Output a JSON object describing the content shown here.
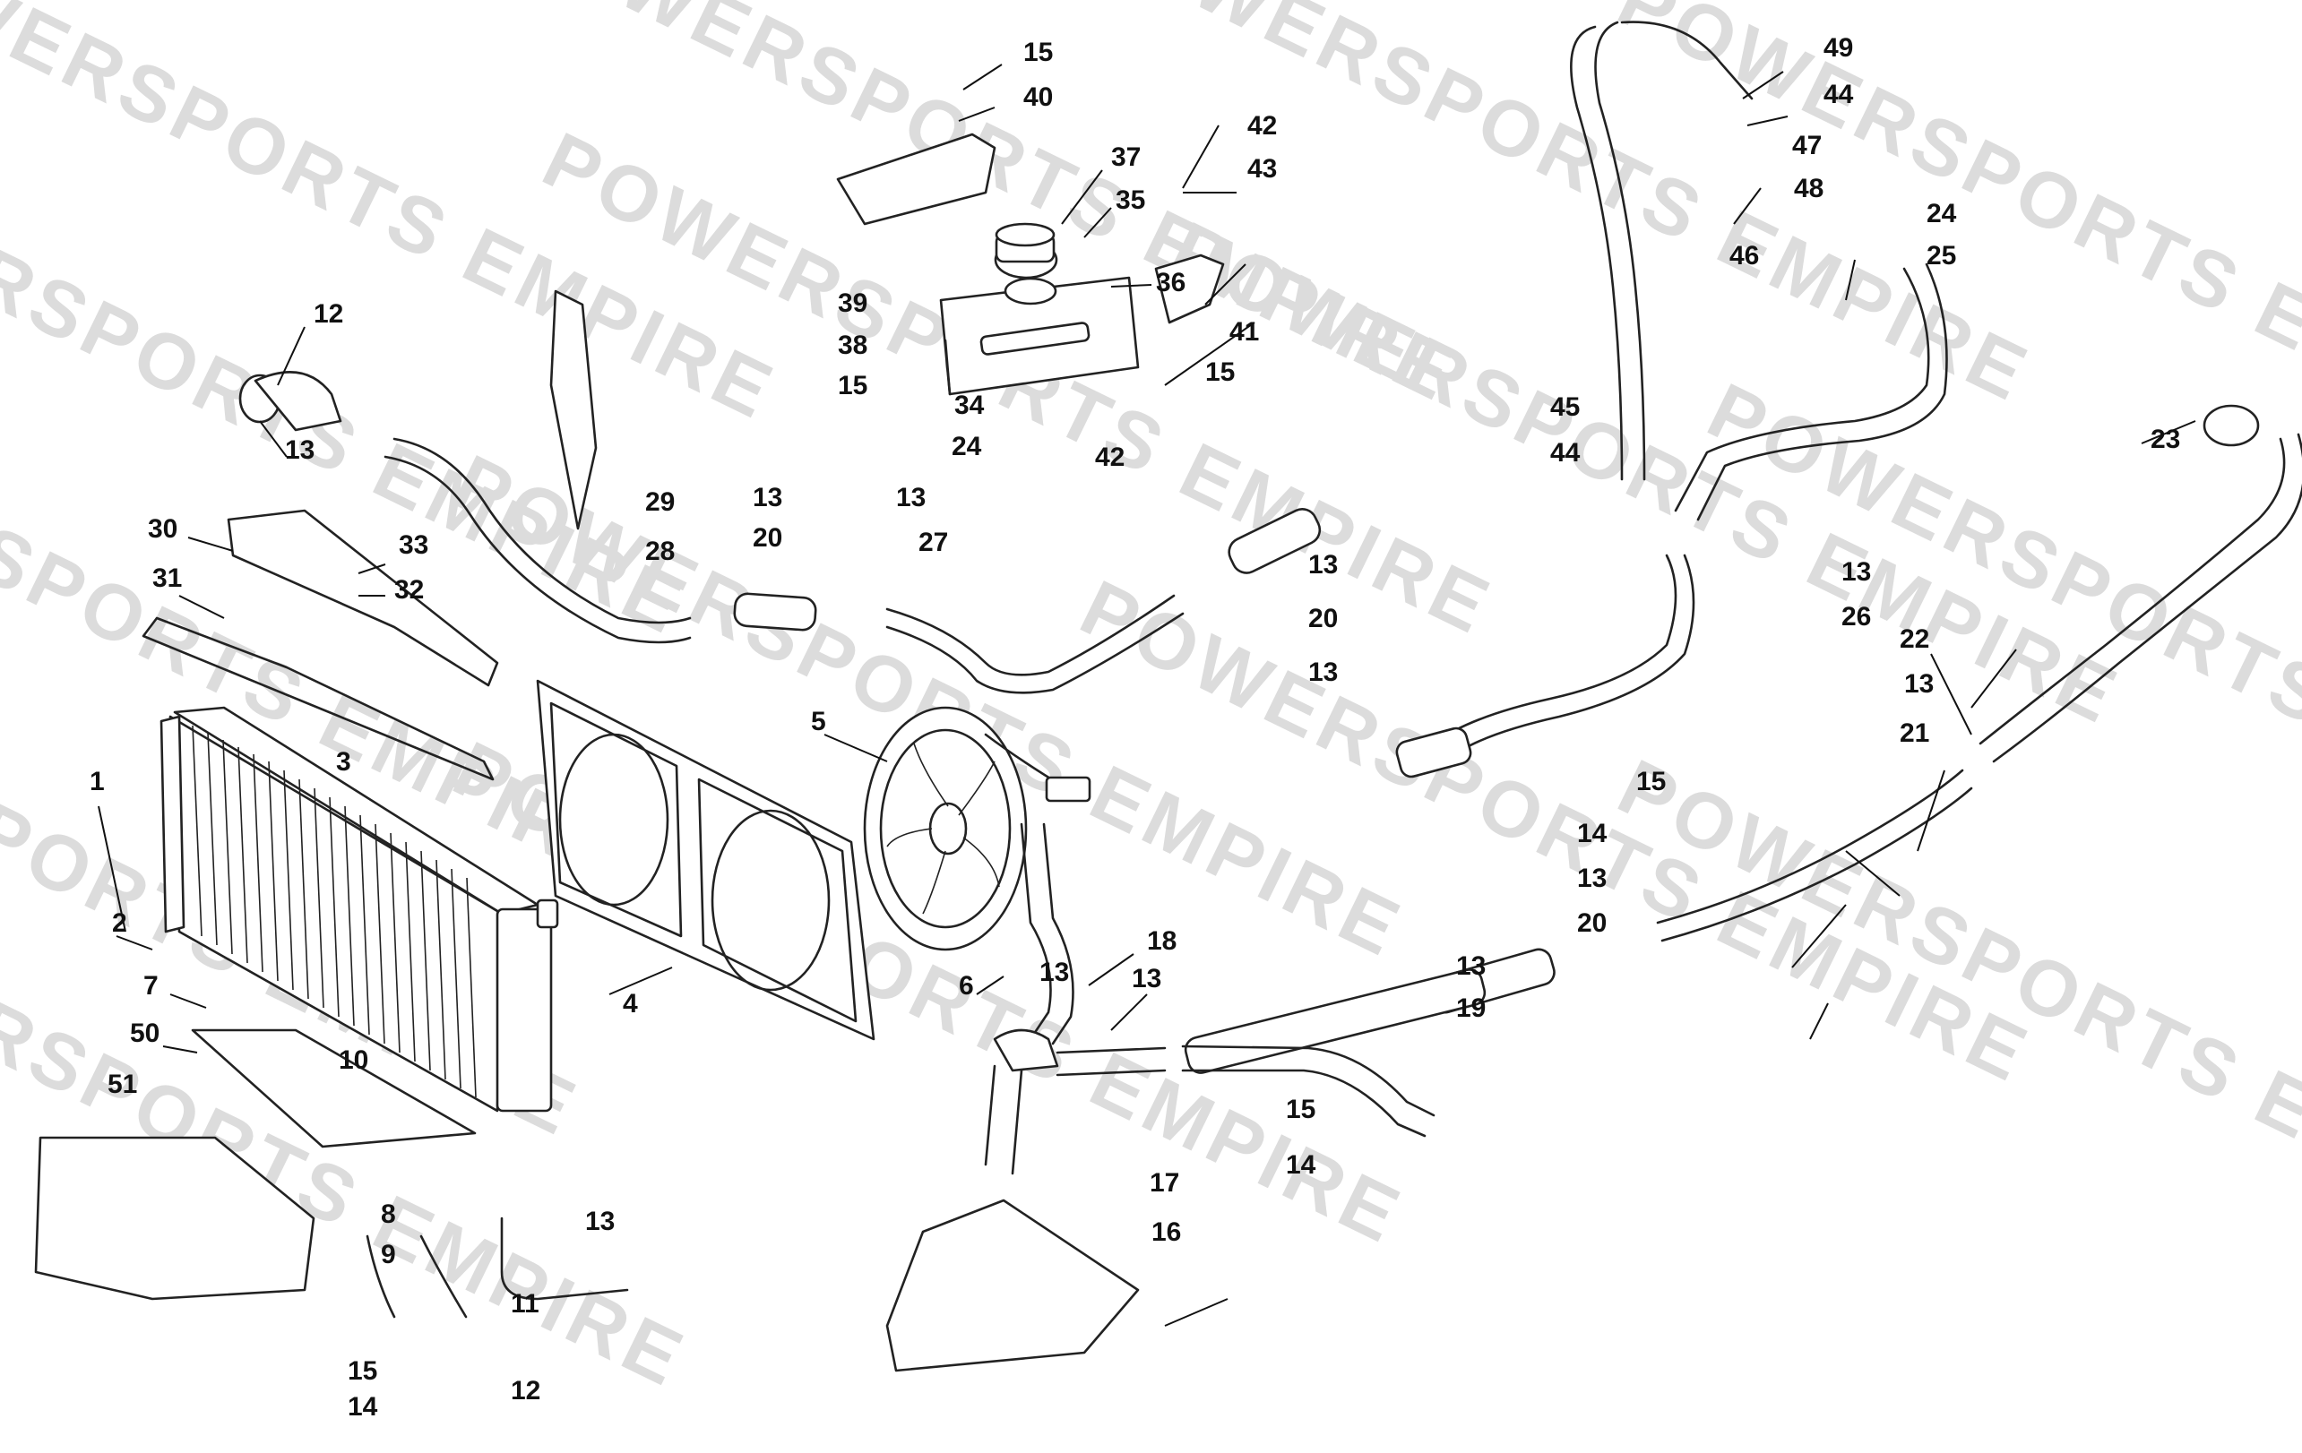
{
  "watermark": {
    "text": "POWERSPORTS EMPIRE",
    "color": "#dcdcdc"
  },
  "callouts": [
    {
      "id": "c1",
      "label": "1"
    },
    {
      "id": "c2",
      "label": "2"
    },
    {
      "id": "c3",
      "label": "3"
    },
    {
      "id": "c4",
      "label": "4"
    },
    {
      "id": "c5",
      "label": "5"
    },
    {
      "id": "c6",
      "label": "6"
    },
    {
      "id": "c7",
      "label": "7"
    },
    {
      "id": "c8",
      "label": "8"
    },
    {
      "id": "c9",
      "label": "9"
    },
    {
      "id": "c10",
      "label": "10"
    },
    {
      "id": "c11",
      "label": "11"
    },
    {
      "id": "c12a",
      "label": "12"
    },
    {
      "id": "c12b",
      "label": "12"
    },
    {
      "id": "c13a",
      "label": "13"
    },
    {
      "id": "c13b",
      "label": "13"
    },
    {
      "id": "c13c",
      "label": "13"
    },
    {
      "id": "c13d",
      "label": "13"
    },
    {
      "id": "c13e",
      "label": "13"
    },
    {
      "id": "c13f",
      "label": "13"
    },
    {
      "id": "c13g",
      "label": "13"
    },
    {
      "id": "c13h",
      "label": "13"
    },
    {
      "id": "c13i",
      "label": "13"
    },
    {
      "id": "c13j",
      "label": "13"
    },
    {
      "id": "c13k",
      "label": "13"
    },
    {
      "id": "c13l",
      "label": "13"
    },
    {
      "id": "c14a",
      "label": "14"
    },
    {
      "id": "c14b",
      "label": "14"
    },
    {
      "id": "c14c",
      "label": "14"
    },
    {
      "id": "c15a",
      "label": "15"
    },
    {
      "id": "c15b",
      "label": "15"
    },
    {
      "id": "c15c",
      "label": "15"
    },
    {
      "id": "c15d",
      "label": "15"
    },
    {
      "id": "c15e",
      "label": "15"
    },
    {
      "id": "c15f",
      "label": "15"
    },
    {
      "id": "c16",
      "label": "16"
    },
    {
      "id": "c17",
      "label": "17"
    },
    {
      "id": "c18",
      "label": "18"
    },
    {
      "id": "c19",
      "label": "19"
    },
    {
      "id": "c20a",
      "label": "20"
    },
    {
      "id": "c20b",
      "label": "20"
    },
    {
      "id": "c20c",
      "label": "20"
    },
    {
      "id": "c21",
      "label": "21"
    },
    {
      "id": "c22",
      "label": "22"
    },
    {
      "id": "c23",
      "label": "23"
    },
    {
      "id": "c24a",
      "label": "24"
    },
    {
      "id": "c24b",
      "label": "24"
    },
    {
      "id": "c25",
      "label": "25"
    },
    {
      "id": "c26",
      "label": "26"
    },
    {
      "id": "c27",
      "label": "27"
    },
    {
      "id": "c28",
      "label": "28"
    },
    {
      "id": "c29",
      "label": "29"
    },
    {
      "id": "c30",
      "label": "30"
    },
    {
      "id": "c31",
      "label": "31"
    },
    {
      "id": "c32",
      "label": "32"
    },
    {
      "id": "c33",
      "label": "33"
    },
    {
      "id": "c34",
      "label": "34"
    },
    {
      "id": "c35",
      "label": "35"
    },
    {
      "id": "c36",
      "label": "36"
    },
    {
      "id": "c37",
      "label": "37"
    },
    {
      "id": "c38",
      "label": "38"
    },
    {
      "id": "c39",
      "label": "39"
    },
    {
      "id": "c40",
      "label": "40"
    },
    {
      "id": "c41",
      "label": "41"
    },
    {
      "id": "c42a",
      "label": "42"
    },
    {
      "id": "c42b",
      "label": "42"
    },
    {
      "id": "c43",
      "label": "43"
    },
    {
      "id": "c44a",
      "label": "44"
    },
    {
      "id": "c44b",
      "label": "44"
    },
    {
      "id": "c45",
      "label": "45"
    },
    {
      "id": "c46",
      "label": "46"
    },
    {
      "id": "c47",
      "label": "47"
    },
    {
      "id": "c48",
      "label": "48"
    },
    {
      "id": "c49",
      "label": "49"
    },
    {
      "id": "c50",
      "label": "50"
    },
    {
      "id": "c51",
      "label": "51"
    }
  ]
}
